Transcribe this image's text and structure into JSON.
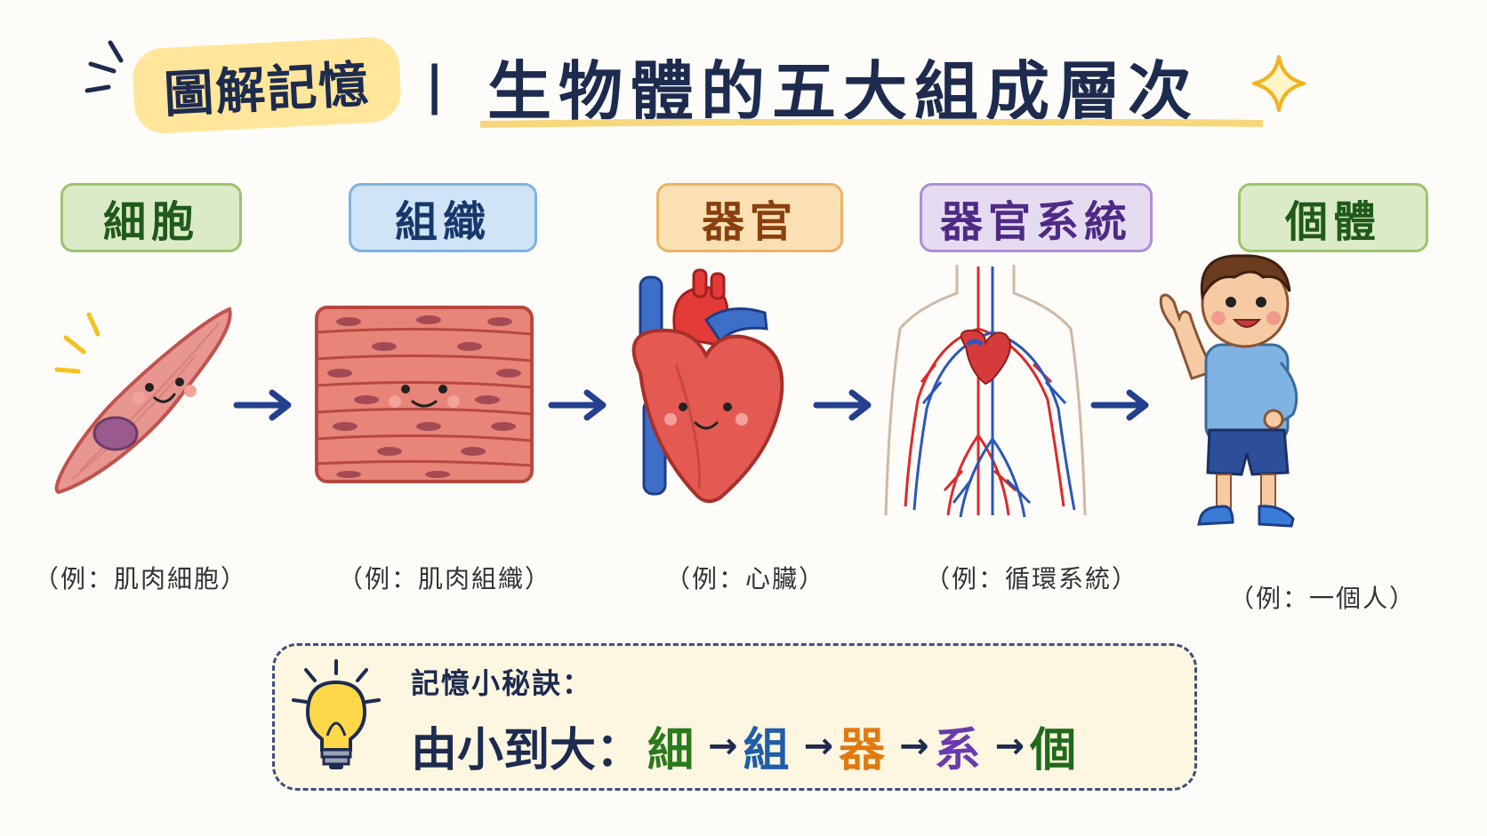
{
  "header": {
    "badge": "圖解記憶",
    "separator": "|",
    "title": "生物體的五大組成層次"
  },
  "stages": [
    {
      "label": "細胞",
      "example": "（例：肌肉細胞）"
    },
    {
      "label": "組織",
      "example": "（例：肌肉組織）"
    },
    {
      "label": "器官",
      "example": "（例：心臟）"
    },
    {
      "label": "器官系統",
      "example": "（例：循環系統）"
    },
    {
      "label": "個體",
      "example": "（例：一個人）"
    }
  ],
  "tip": {
    "title": "記憶小秘訣：",
    "prefix": "由小到大：",
    "sequence": [
      "細",
      "組",
      "器",
      "系",
      "個"
    ],
    "arrow": "→"
  },
  "colors": {
    "navy": "#1d2b4f",
    "green": "#2a7a1e",
    "blue": "#1f5da8",
    "orange": "#e07a10",
    "purple": "#6a3ab0",
    "dark_green": "#1f6a1a"
  },
  "icons": [
    "muscle-cell-icon",
    "muscle-tissue-icon",
    "heart-icon",
    "circulatory-system-icon",
    "boy-icon",
    "lightbulb-icon",
    "sparkle-icon"
  ]
}
